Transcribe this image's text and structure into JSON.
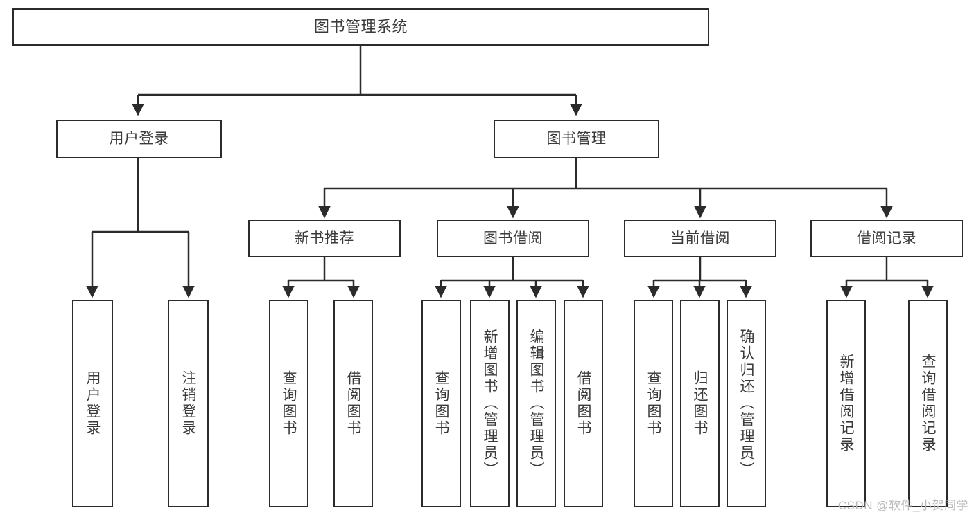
{
  "diagram": {
    "title": "图书管理系统",
    "watermark": "CSDN @软件_小贺同学",
    "stroke_color": "#2b2b2b",
    "text_color": "#3a3a3a",
    "background_color": "#ffffff"
  },
  "nodes": {
    "root": {
      "label": "图书管理系统"
    },
    "tier2": [
      {
        "label": "用户登录"
      },
      {
        "label": "图书管理"
      }
    ],
    "tier3": [
      {
        "label": "新书推荐"
      },
      {
        "label": "图书借阅"
      },
      {
        "label": "当前借阅"
      },
      {
        "label": "借阅记录"
      }
    ],
    "leaves": {
      "user_login": [
        {
          "label": "用户登录"
        },
        {
          "label": "注销登录"
        }
      ],
      "new_book_recommend": [
        {
          "label": "查询图书"
        },
        {
          "label": "借阅图书"
        }
      ],
      "book_borrow": [
        {
          "label": "查询图书"
        },
        {
          "label": "新增图书（管理员）"
        },
        {
          "label": "编辑图书（管理员）"
        },
        {
          "label": "借阅图书"
        }
      ],
      "current_borrow": [
        {
          "label": "查询图书"
        },
        {
          "label": "归还图书"
        },
        {
          "label": "确认归还（管理员）"
        }
      ],
      "borrow_record": [
        {
          "label": "新增借阅记录"
        },
        {
          "label": "查询借阅记录"
        }
      ]
    }
  }
}
